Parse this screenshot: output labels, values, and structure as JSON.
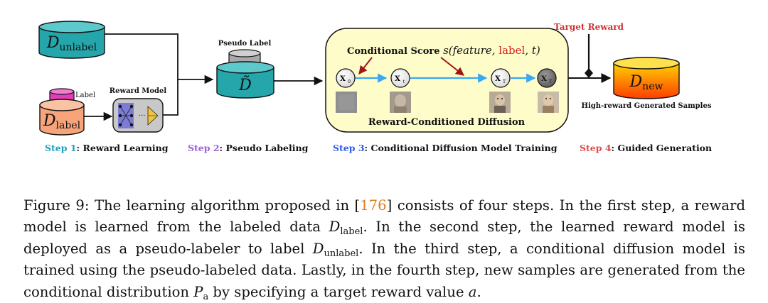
{
  "figure": {
    "d_unlabel": {
      "main": "D",
      "sub": "unlabel"
    },
    "d_label": {
      "main": "D",
      "sub": "label"
    },
    "d_tilde": "D̃",
    "d_new": {
      "main": "D",
      "sub": "new"
    },
    "label_tag": "Label",
    "reward_model": "Reward Model",
    "pseudo_label": "Pseudo Label",
    "target_reward": "Target Reward",
    "conditional_score": {
      "prefix": "Conditional Score ",
      "func": "s(feature, ",
      "label": "label",
      "suffix": ", t)"
    },
    "diffusion_title": "Reward-Conditioned Diffusion",
    "x_nodes": [
      "X",
      "X",
      "X",
      "X"
    ],
    "x_subs": [
      "0",
      "t",
      "T",
      "T"
    ],
    "generated_caption": "High-reward Generated Samples",
    "steps": [
      {
        "num": "Step 1",
        "text": ": Reward Learning",
        "color": "#1a9fbf"
      },
      {
        "num": "Step 2",
        "text": ": Pseudo Labeling",
        "color": "#9a5fd8"
      },
      {
        "num": "Step 3",
        "text": ": Conditional Diffusion Model Training",
        "color": "#2f59e8"
      },
      {
        "num": "Step 4",
        "text": ": Guided Generation",
        "color": "#e04a4a"
      }
    ],
    "colors": {
      "teal": "#24a6ab",
      "orange": "#f7a47a",
      "magenta": "#e23fb6",
      "grey_disk": "#a9a9a9",
      "yellow_panel": "#fefcc8",
      "blue_arrow": "#3aa8f3",
      "red_arrow": "#a01515",
      "target_red": "#d43030"
    }
  },
  "caption": {
    "p1": "Figure 9: The learning algorithm proposed in [",
    "cite": "176",
    "p2": "] consists of four steps. In the first step, a reward model is learned from the labeled data ",
    "d1": "D",
    "d1_sub": "label",
    "p3": ". In the second step, the learned reward model is deployed as a pseudo-labeler to label ",
    "d2": "D",
    "d2_sub": "unlabel",
    "p4": ". In the third step, a conditional diffusion model is trained using the pseudo-labeled data. Lastly, in the fourth step, new samples are generated from the conditional distribution ",
    "pa": "P",
    "pa_sub": "a",
    "p5": " by specifying a target reward value ",
    "a": "a",
    "p6": "."
  }
}
